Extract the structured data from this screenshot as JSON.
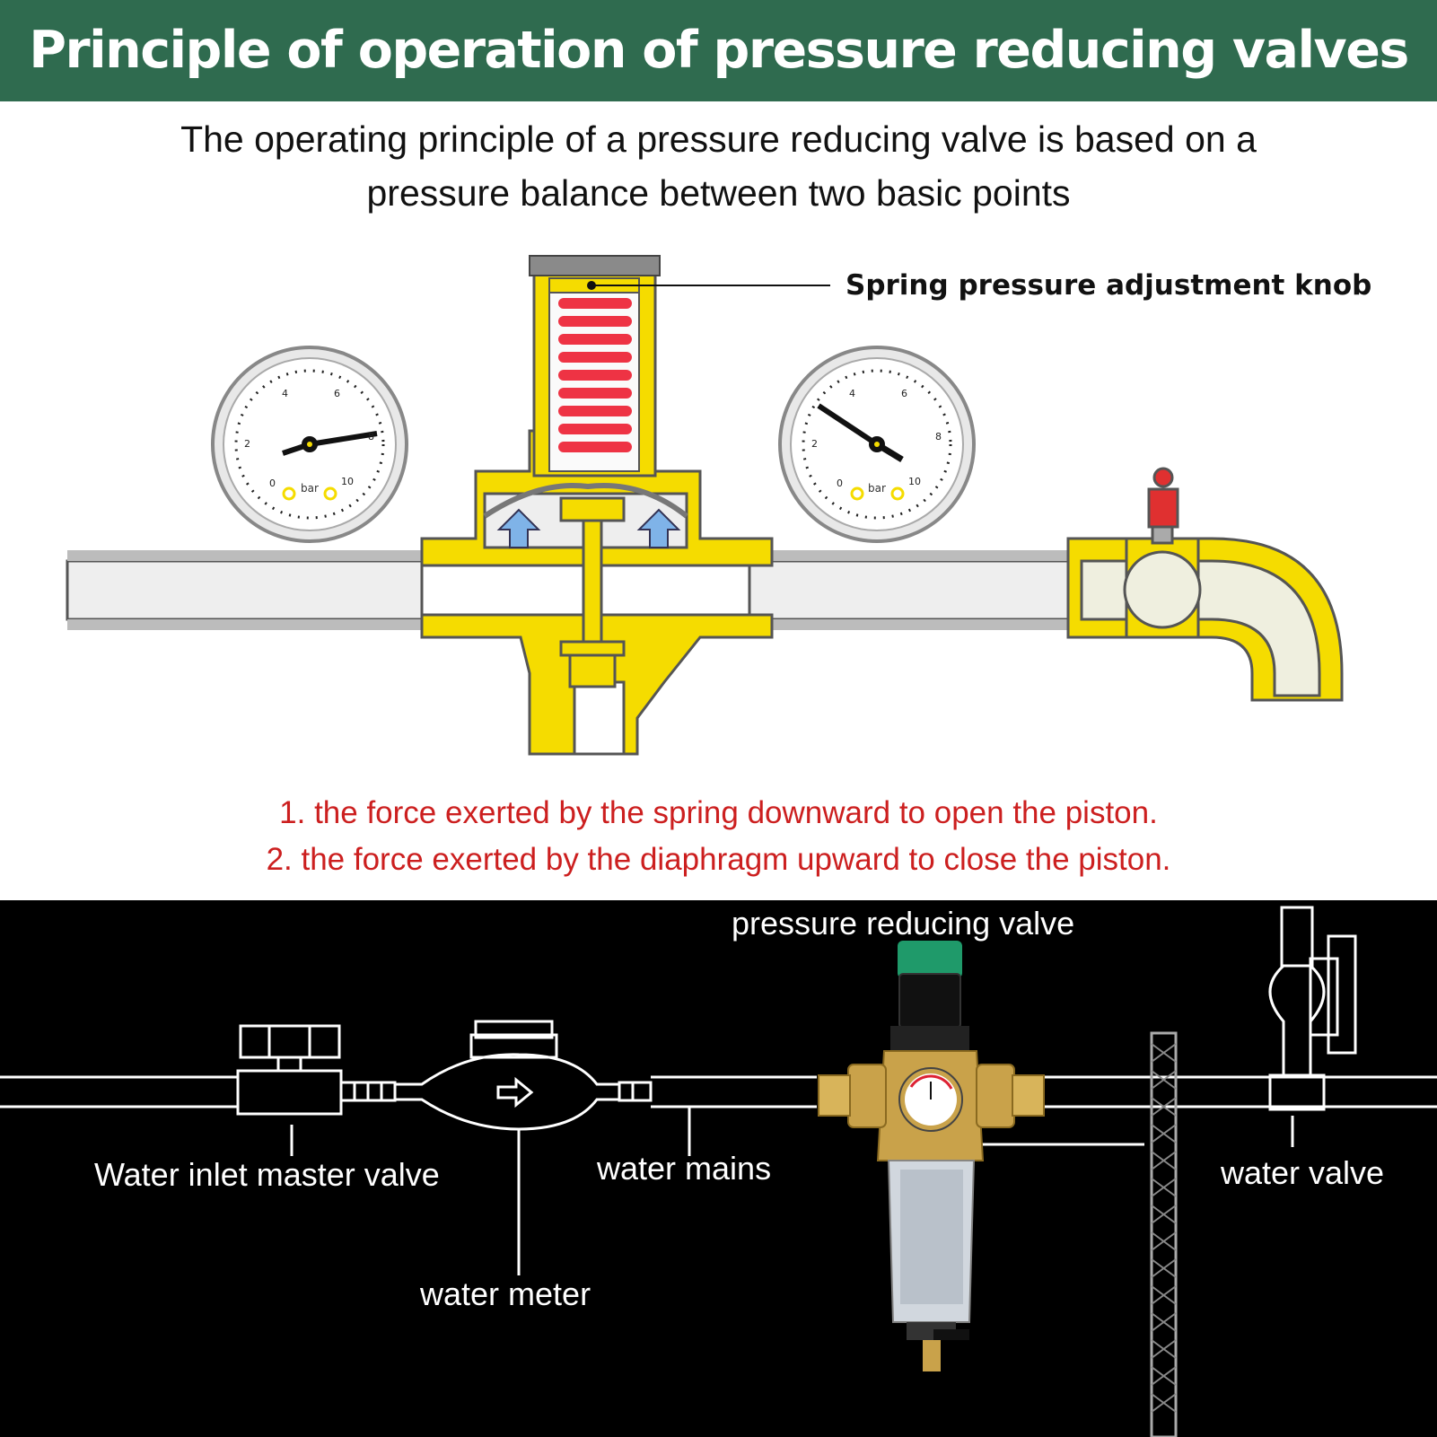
{
  "header": {
    "title": "Principle of operation of pressure reducing valves"
  },
  "subtitle": {
    "line1": "The operating principle of a pressure reducing valve is based on a",
    "line2": "pressure balance between two basic points"
  },
  "diagram": {
    "knob_label": "Spring pressure adjustment knob",
    "gauge_unit": "bar",
    "gauge_ticks": [
      "0",
      "2",
      "4",
      "6",
      "8",
      "10"
    ]
  },
  "principles": [
    "1. the force exerted by the spring downward to open the piston.",
    "2. the force exerted by the diaphragm upward to close the piston."
  ],
  "installation": {
    "prv_label": "pressure reducing valve",
    "inlet_valve_label": "Water inlet master valve",
    "mains_label": "water mains",
    "meter_label": "water meter",
    "valve_label": "water valve"
  },
  "colors": {
    "header_bg": "#2f6b4f",
    "brass_yellow": "#f5dc00",
    "spring_red": "#ee3344",
    "text_red": "#cc1f1f",
    "knob_green": "#1f9a6a"
  }
}
